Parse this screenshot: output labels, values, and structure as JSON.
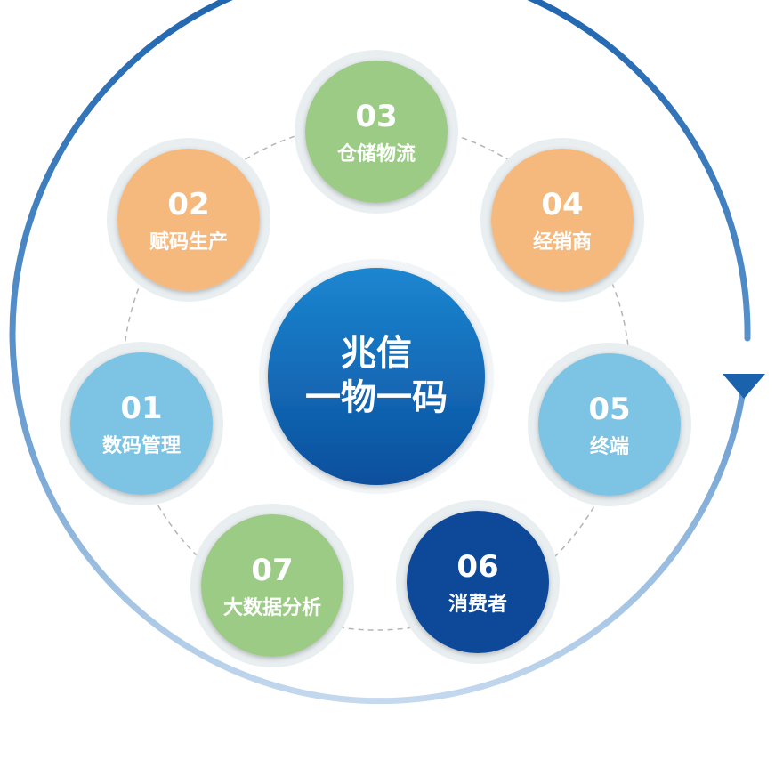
{
  "center": {
    "line1": "兆信",
    "line2": "一物一码",
    "color": "#0d5cab"
  },
  "nodes": [
    {
      "id": "01",
      "label": "数码管理",
      "color": "#7cc3e4"
    },
    {
      "id": "02",
      "label": "赋码生产",
      "color": "#f5b97e"
    },
    {
      "id": "03",
      "label": "仓储物流",
      "color": "#9ccb86"
    },
    {
      "id": "04",
      "label": "经销商",
      "color": "#f5b97e"
    },
    {
      "id": "05",
      "label": "终端",
      "color": "#7cc3e4"
    },
    {
      "id": "06",
      "label": "消费者",
      "color": "#0e4a98"
    },
    {
      "id": "07",
      "label": "大数据分析",
      "color": "#9ccb86"
    }
  ],
  "ring": {
    "color": "#1d6ab3",
    "direction": "clockwise"
  }
}
